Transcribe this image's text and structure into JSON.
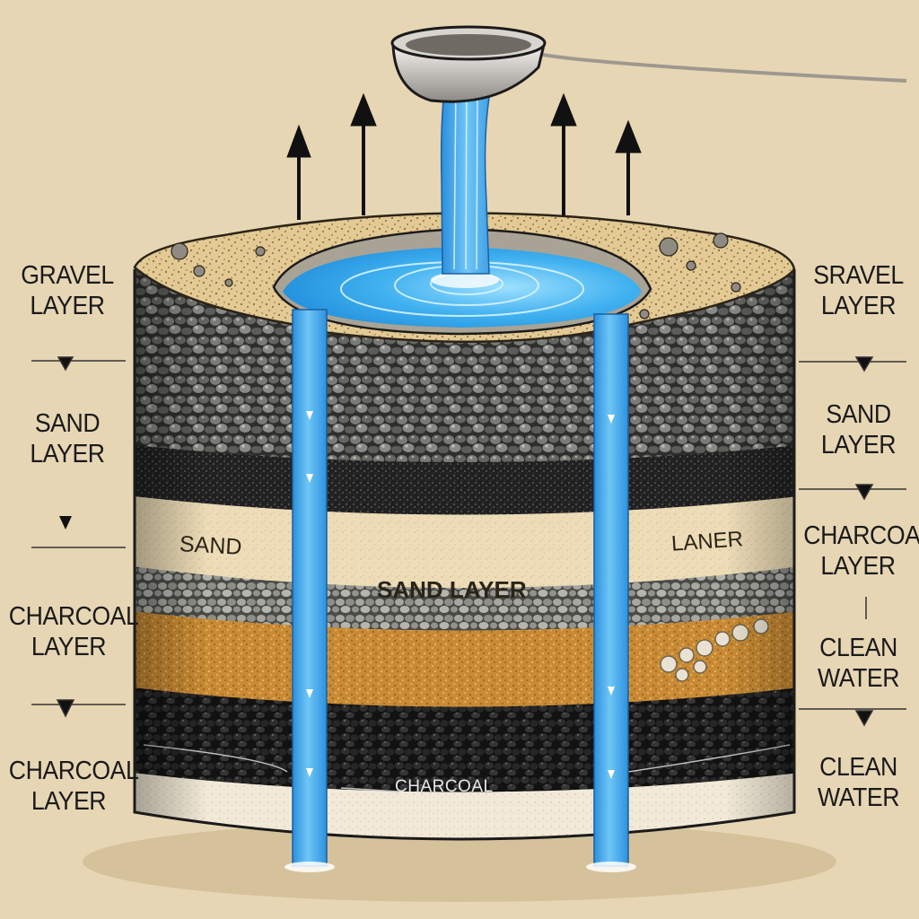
{
  "left_labels": [
    {
      "line1": "GRAVEL",
      "line2": "LAYER"
    },
    {
      "line1": "SAND",
      "line2": "LAYER"
    },
    {
      "line1": "CHARCOAL",
      "line2": "LAYER"
    },
    {
      "line1": "CHARCOAL",
      "line2": "LAYER"
    }
  ],
  "right_labels": [
    {
      "line1": "SRAVEL",
      "line2": "LAYER"
    },
    {
      "line1": "SAND",
      "line2": "LAYER"
    },
    {
      "line1": "CHARCOAL",
      "line2": "LAYER"
    },
    {
      "line1": "CLEAN",
      "line2": "WATER"
    },
    {
      "line1": "CLEAN",
      "line2": "WATER"
    }
  ],
  "inner_labels": {
    "sand_left": "SAND",
    "sand_center": "SAND LAYER",
    "sand_right": "LANER",
    "charcoal_center": "CHARCOAL"
  },
  "colors": {
    "background": "#e7d6b4",
    "water": "#3ea6ec",
    "gravel": "#5e5e5c",
    "sand": "#eddcb7",
    "orange_sand": "#c88a34",
    "charcoal": "#1d1d1d",
    "base": "#f2ead7"
  }
}
